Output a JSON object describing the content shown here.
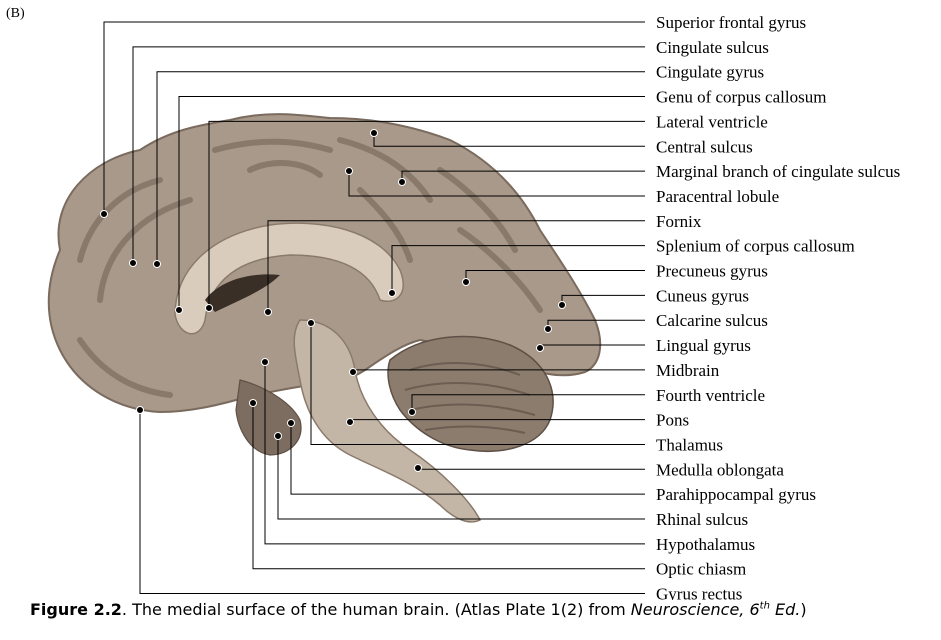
{
  "panel_letter": "(B)",
  "labels": [
    "Superior frontal gyrus",
    "Cingulate sulcus",
    "Cingulate gyrus",
    "Genu of corpus callosum",
    "Lateral ventricle",
    "Central sulcus",
    "Marginal branch of cingulate sulcus",
    "Paracentral lobule",
    "Fornix",
    "Splenium of corpus callosum",
    "Precuneus gyrus",
    "Cuneus gyrus",
    "Calcarine sulcus",
    "Lingual gyrus",
    "Midbrain",
    "Fourth ventricle",
    "Pons",
    "Thalamus",
    "Medulla oblongata",
    "Parahippocampal gyrus",
    "Rhinal sulcus",
    "Hypothalamus",
    "Optic chiasm",
    "Gyrus rectus"
  ],
  "caption": {
    "figure_label": "Figure 2.2",
    "text": ". The medial surface of the human brain. (Atlas Plate 1(2) from ",
    "book": "Neuroscience, 6",
    "superscript": "th",
    "edition": " Ed.",
    "close": ")"
  },
  "colors": {
    "brain_base": "#a9998a",
    "brain_light": "#c4b6a6",
    "brain_dark": "#6e5f52",
    "leader": "#000000"
  }
}
